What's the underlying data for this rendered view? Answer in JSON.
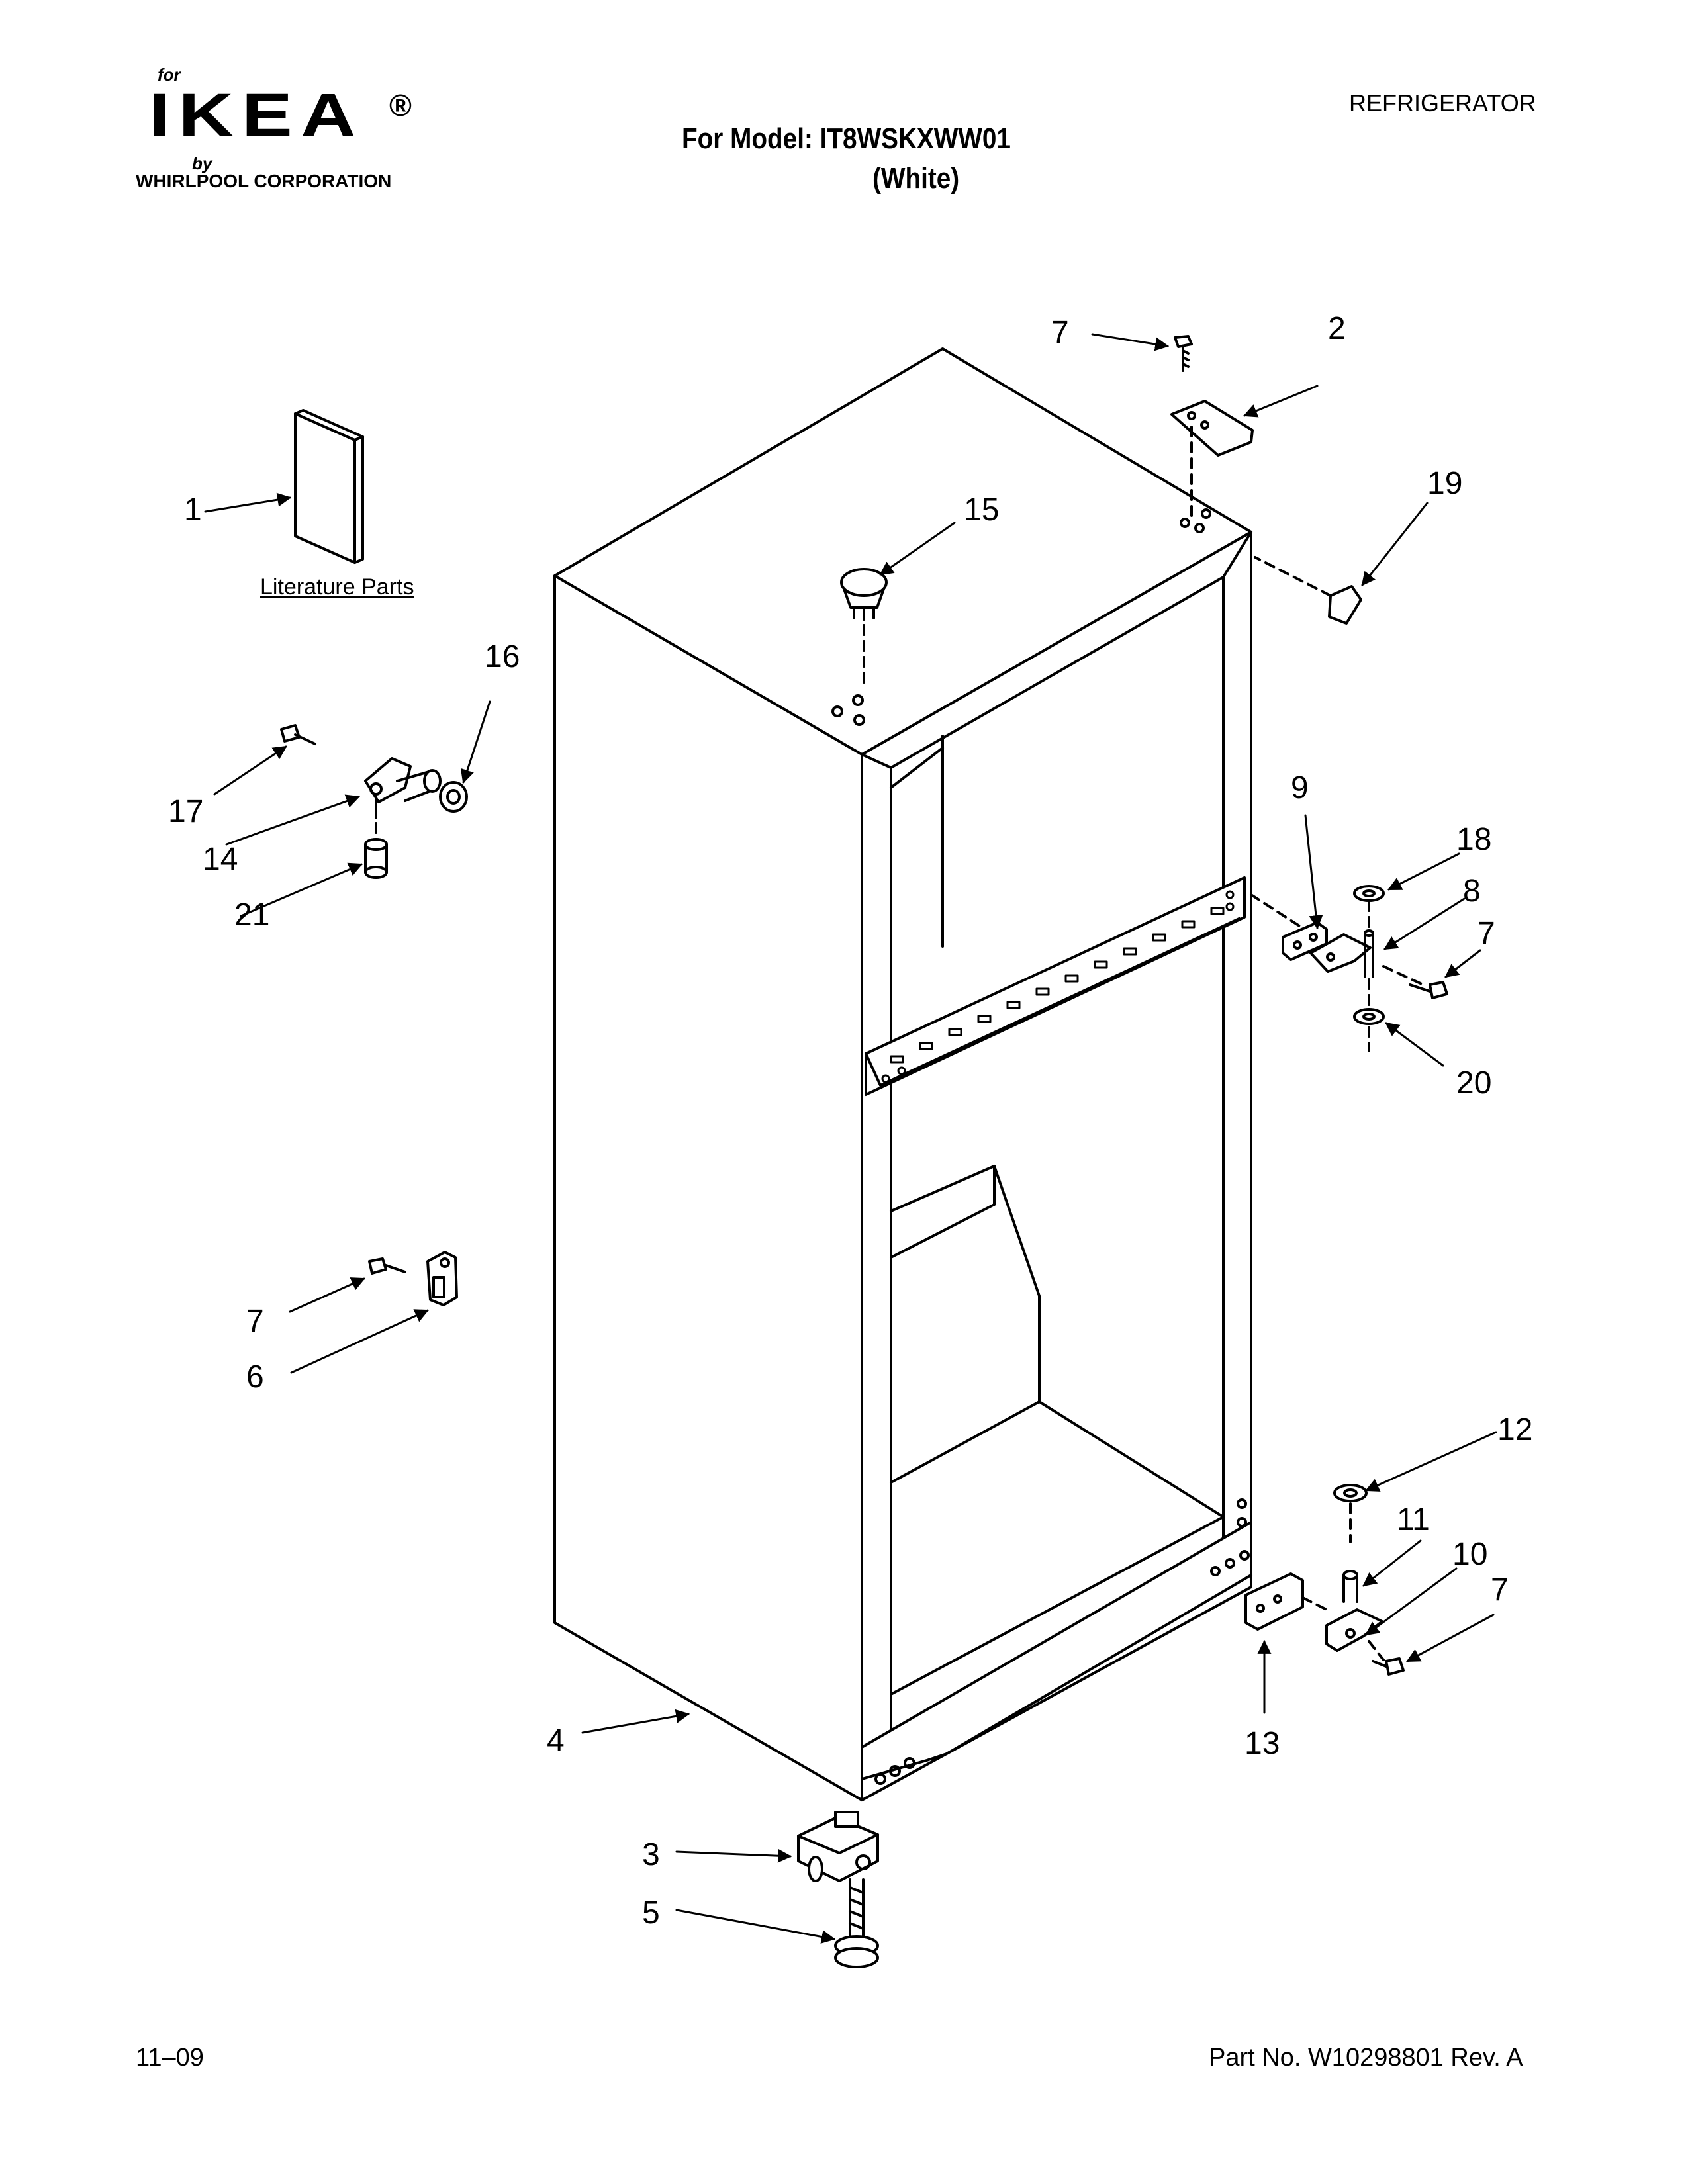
{
  "header": {
    "brand_for": "for",
    "brand_name": "IKEA",
    "brand_registered": "®",
    "brand_by": "by",
    "brand_corporation": "WHIRLPOOL CORPORATION",
    "model_line": "For Model: IT8WSKXWW01",
    "color_line": "(White)",
    "category": "REFRIGERATOR"
  },
  "diagram": {
    "literature_label": "Literature Parts",
    "callouts": [
      "1",
      "2",
      "3",
      "4",
      "5",
      "6",
      "7",
      "8",
      "9",
      "10",
      "11",
      "12",
      "13",
      "14",
      "15",
      "16",
      "17",
      "18",
      "19",
      "20",
      "21"
    ]
  },
  "footer": {
    "date": "11–09",
    "part_number": "Part No. W10298801 Rev. A"
  }
}
